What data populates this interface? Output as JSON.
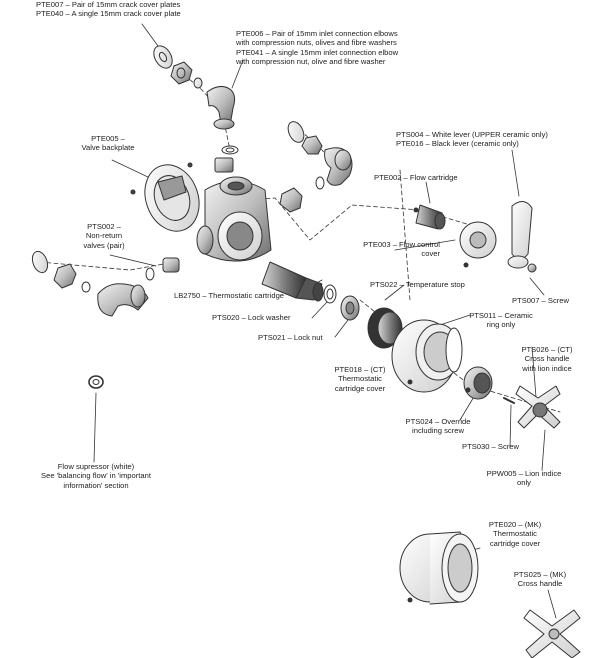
{
  "labels": {
    "pte007_pte040": "PTE007 – Pair of 15mm crack cover plates\nPTE040 – A single 15mm crack cover plate",
    "pte006_pte041": "PTE006 – Pair of 15mm inlet connection elbows\nwith compression nuts, olives and fibre washers\nPTE041 – A single 15mm inlet connection elbow\nwith compression nut, olive and fibre washer",
    "pte005": "PTE005 –\nValve backplate",
    "pts004_pte016": "PTS004 – White lever (UPPER ceramic only)\nPTE016 – Black lever (ceramic only)",
    "pte002": "PTE002 – Flow cartridge",
    "pts002": "PTS002 –\nNon-return\nvalves (pair)",
    "pte003": "PTE003 – Flow control\ncover",
    "pts022": "PTS022 – Temperature stop",
    "pts007": "PTS007 – Screw",
    "lb2750": "LB2750 – Thermostatic cartridge",
    "pts020": "PTS020 – Lock washer",
    "pts011": "PTS011 – Ceramic\nring only",
    "pts021": "PTS021 – Lock nut",
    "pts026": "PTS026 – (CT)\nCross handle\nwith lion indice",
    "pte018": "PTE018 – (CT)\nThermostatic\ncartridge cover",
    "pts024": "PTS024 – Override\nincluding screw",
    "pts030": "PTS030 – Screw",
    "ppw005": "PPW005 – Lion indice\nonly",
    "flow_supressor": "Flow supressor (white)\nSee 'balancing flow' in 'important\ninformation' section",
    "pte020": "PTE020 – (MK)\nThermostatic\ncartridge cover",
    "pts025": "PTS025 – (MK)\nCross handle"
  }
}
